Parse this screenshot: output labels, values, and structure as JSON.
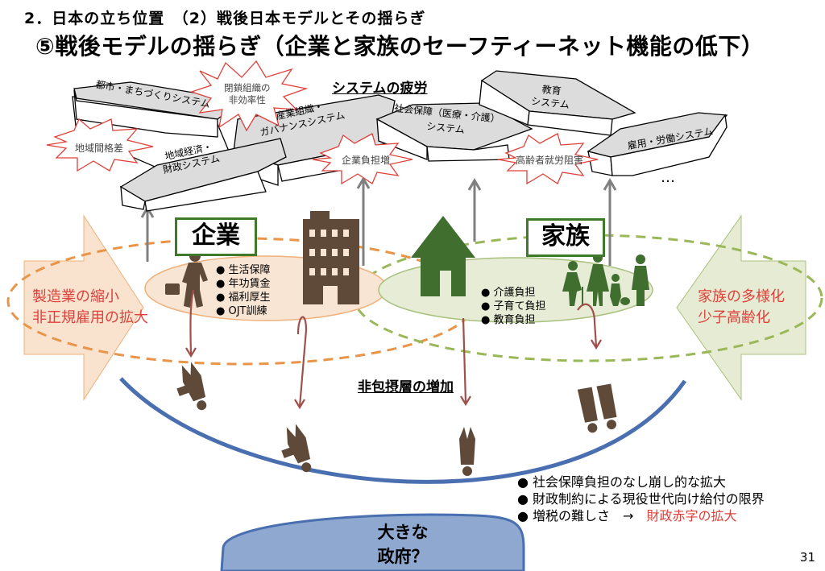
{
  "header": {
    "section_title": "2．日本の立ち位置　（2）戦後日本モデルとその揺らぎ",
    "slide_title": "⑤戦後モデルの揺らぎ（企業と家族のセーフティーネット機能の低下）"
  },
  "systems": {
    "heading": "システムの疲労",
    "blocks": [
      {
        "label": "都市・まちづくりシステム"
      },
      {
        "label": "産業組織・\nガバナンスシステム"
      },
      {
        "label": "地域経済・\n財政システム"
      },
      {
        "label": "社会保障（医療・介護）\nシステム"
      },
      {
        "label": "教育\nシステム"
      },
      {
        "label": "雇用・労働システム"
      }
    ],
    "ellipsis": "…",
    "problems": [
      {
        "label": "閉鎖組織の\n非効率性"
      },
      {
        "label": "地域間格差"
      },
      {
        "label": "企業負担増"
      },
      {
        "label": "高齢者就労阻害"
      }
    ]
  },
  "company": {
    "label": "企業",
    "bullets": [
      "生活保障",
      "年功賃金",
      "福利厚生",
      "OJT訓練"
    ]
  },
  "family": {
    "label": "家族",
    "bullets": [
      "介護負担",
      "子育て負担",
      "教育負担"
    ]
  },
  "left_pressure": {
    "lines": [
      "製造業の縮小",
      "非正規雇用の拡大"
    ]
  },
  "right_pressure": {
    "lines": [
      "家族の多様化",
      "少子高齢化"
    ]
  },
  "exclusion_heading": "非包摂層の増加",
  "government": {
    "lines": [
      "大きな",
      "政府？"
    ]
  },
  "consequences": {
    "bullets": [
      {
        "text": "社会保障負担のなし崩し的な拡大",
        "highlight": ""
      },
      {
        "text": "財政制約による現役世代向け給付の限界",
        "highlight": ""
      },
      {
        "text": "増税の難しさ　→　",
        "highlight": "財政赤字の拡大"
      }
    ]
  },
  "page_number": "31",
  "colors": {
    "red_accent": "#e0403a",
    "green_frame": "#3f7a2b",
    "brown_figure": "#5f4a3a",
    "company_fill": "#f9e5d4",
    "family_fill": "#e6ecd6",
    "curve_blue": "#4a6fb0",
    "gov_fill": "#8fa8d0"
  }
}
